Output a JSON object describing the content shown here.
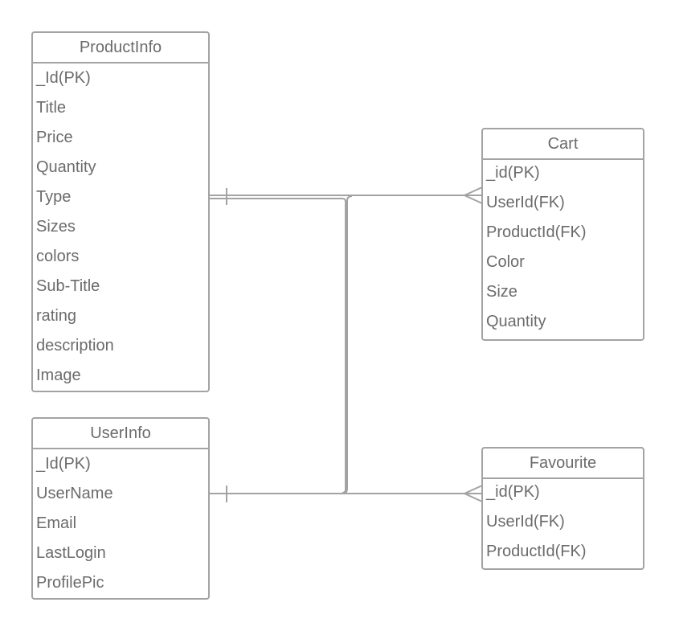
{
  "entities": {
    "product": {
      "title": "ProductInfo",
      "fields": [
        "_Id(PK)",
        "Title",
        "Price",
        "Quantity",
        "Type",
        "Sizes",
        "colors",
        "Sub-Title",
        "rating",
        "description",
        "Image"
      ]
    },
    "user": {
      "title": "UserInfo",
      "fields": [
        "_Id(PK)",
        "UserName",
        "Email",
        "LastLogin",
        "ProfilePic"
      ]
    },
    "cart": {
      "title": "Cart",
      "fields": [
        "_id(PK)",
        "UserId(FK)",
        "ProductId(FK)",
        "Color",
        "Size",
        "Quantity"
      ]
    },
    "favourite": {
      "title": "Favourite",
      "fields": [
        "_id(PK)",
        "UserId(FK)",
        "ProductId(FK)"
      ]
    }
  },
  "relationships": [
    {
      "from": "ProductInfo",
      "to": "Cart",
      "from_cardinality": "one",
      "to_cardinality": "many"
    },
    {
      "from": "UserInfo",
      "to": "Favourite",
      "from_cardinality": "one",
      "to_cardinality": "many"
    },
    {
      "from": "ProductInfo",
      "to": "Favourite",
      "from_cardinality": "one",
      "to_cardinality": "many"
    },
    {
      "from": "UserInfo",
      "to": "Cart",
      "from_cardinality": "one",
      "to_cardinality": "many"
    }
  ],
  "colors": {
    "line": "#a3a3a3",
    "text": "#6b6b6b"
  }
}
